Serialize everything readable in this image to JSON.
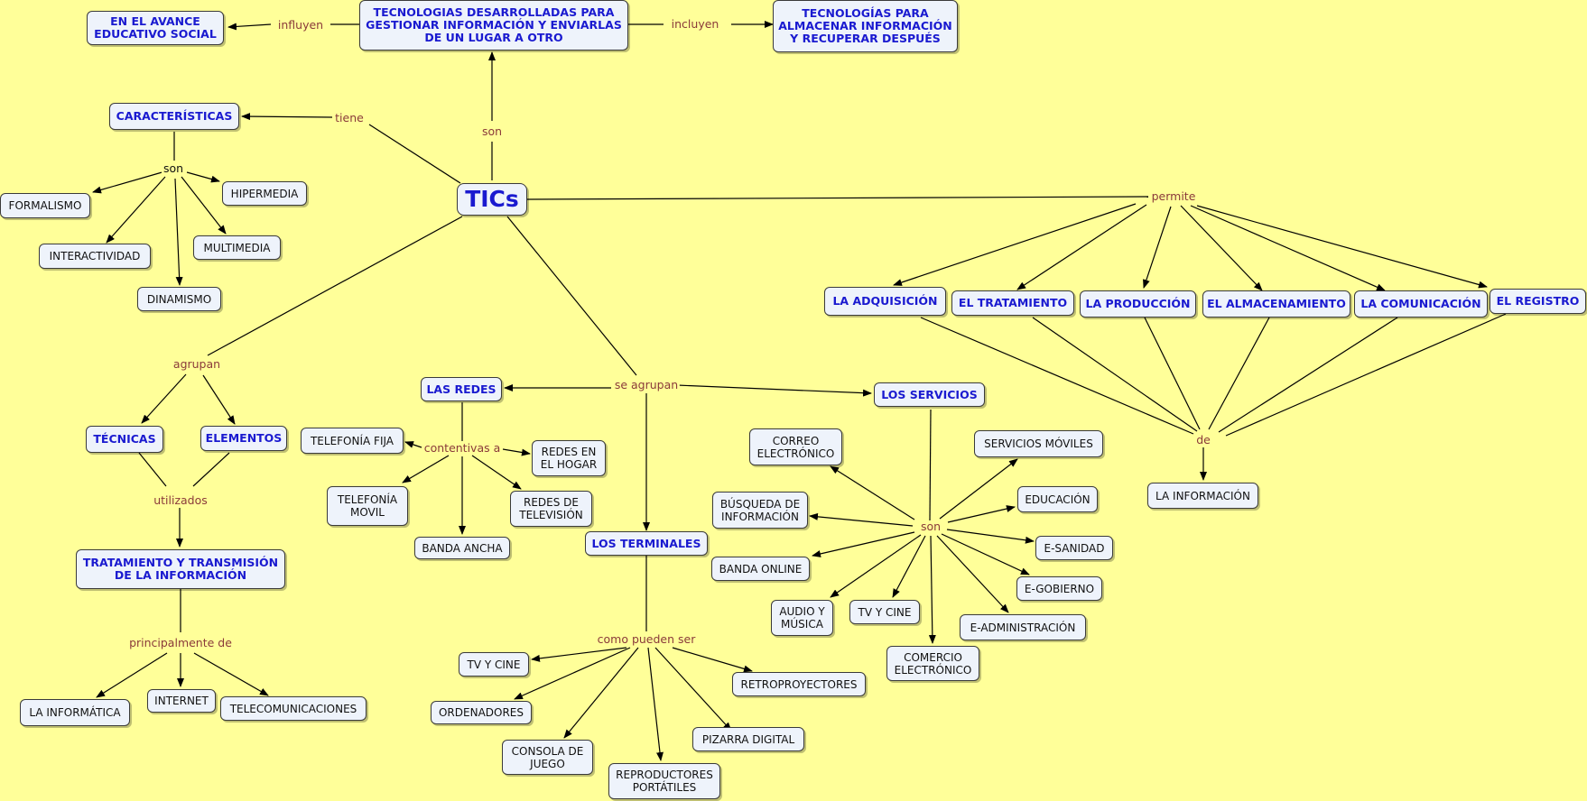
{
  "nodes": {
    "tics": "TICs",
    "gestionar": "TECNOLOGIAS DESARROLLADAS PARA\nGESTIONAR INFORMACIÓN Y ENVIARLAS\nDE UN LUGAR A OTRO",
    "avance": "EN EL AVANCE\nEDUCATIVO SOCIAL",
    "almacenar": "TECNOLOGÍAS PARA\nALMACENAR INFORMACIÓN\nY RECUPERAR DESPUÉS",
    "caracteristicas": "CARACTERÍSTICAS",
    "formalismo": "FORMALISMO",
    "hipermedia": "HIPERMEDIA",
    "interactividad": "INTERACTIVIDAD",
    "multimedia": "MULTIMEDIA",
    "dinamismo": "DINAMISMO",
    "adquisicion": "LA ADQUISICIÓN",
    "tratamiento": "EL TRATAMIENTO",
    "produccion": "LA PRODUCCIÓN",
    "almacenamiento": "EL ALMACENAMIENTO",
    "comunicacion": "LA COMUNICACIÓN",
    "registro": "EL REGISTRO",
    "informacion": "LA INFORMACIÓN",
    "tecnicas": "TÉCNICAS",
    "elementos": "ELEMENTOS",
    "tratamiento_trans": "TRATAMIENTO Y TRANSMISIÓN\nDE LA INFORMACIÓN",
    "informatica": "LA INFORMÁTICA",
    "internet": "INTERNET",
    "telecomunicaciones": "TELECOMUNICACIONES",
    "redes": "LAS REDES",
    "telefonia_fija": "TELEFONÍA FIJA",
    "redes_hogar": "REDES EN\nEL HOGAR",
    "telefonia_movil": "TELEFONÍA\nMOVIL",
    "redes_tv": "REDES DE\nTELEVISIÓN",
    "banda_ancha": "BANDA ANCHA",
    "terminales": "LOS TERMINALES",
    "tv_cine_t": "TV Y CINE",
    "ordenadores": "ORDENADORES",
    "consola": "CONSOLA DE\nJUEGO",
    "reproductores": "REPRODUCTORES\nPORTÁTILES",
    "pizarra": "PIZARRA DIGITAL",
    "retroproyectores": "RETROPROYECTORES",
    "servicios": "LOS SERVICIOS",
    "correo": "CORREO\nELECTRÓNICO",
    "busqueda": "BÚSQUEDA DE\nINFORMACIÓN",
    "banda_online": "BANDA ONLINE",
    "audio": "AUDIO Y\nMÚSICA",
    "tv_cine_s": "TV Y CINE",
    "comercio": "COMERCIO\nELECTRÓNICO",
    "administracion": "E-ADMINISTRACIÓN",
    "gobierno": "E-GOBIERNO",
    "sanidad": "E-SANIDAD",
    "educacion": "EDUCACIÓN",
    "moviles": "SERVICIOS MÓVILES"
  },
  "links": {
    "influyen": "influyen",
    "incluyen": "incluyen",
    "son_top": "son",
    "tiene": "tiene",
    "son_car": "son",
    "permite": "permite",
    "de": "de",
    "agrupan": "agrupan",
    "utilizados": "utilizados",
    "principalmente": "principalmente de",
    "se_agrupan": "se agrupan",
    "contentivas": "contentivas a",
    "como_pueden": "como pueden ser",
    "son_serv": "son"
  },
  "colors": {
    "background": "#ffff99",
    "node_fill": "#eef3fb",
    "concept_text": "#1a1ad0",
    "link_text": "#8a3a3a"
  }
}
